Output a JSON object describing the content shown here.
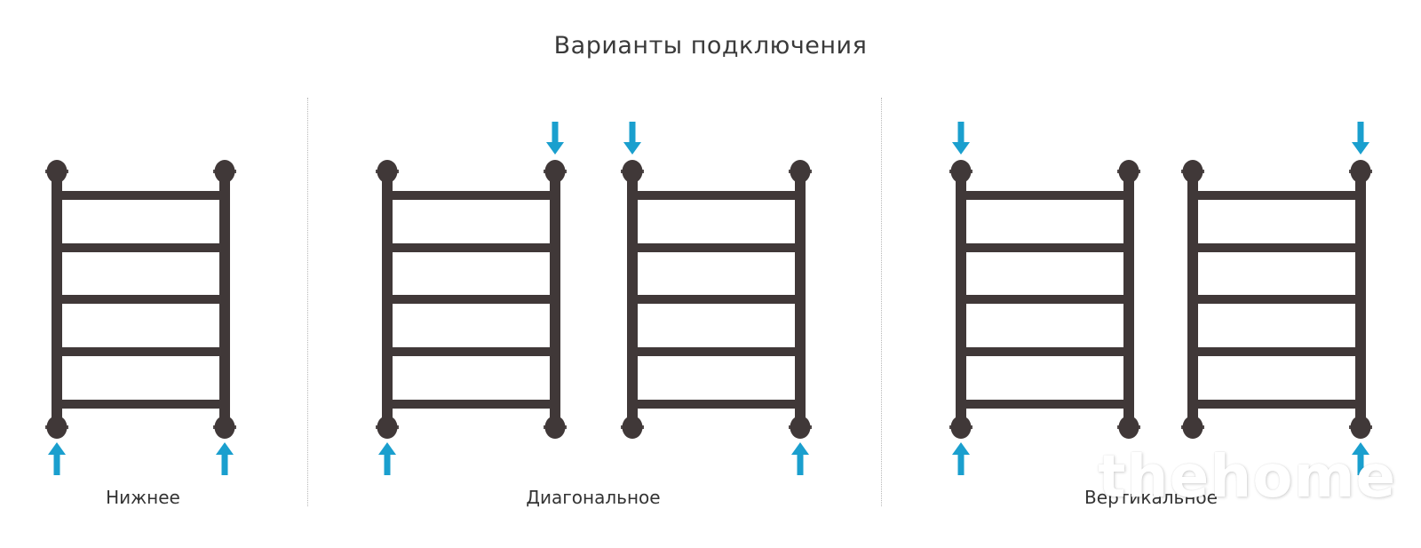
{
  "title": "Варианты подключения",
  "colors": {
    "rail": "#403838",
    "arrow": "#1a9fce",
    "divider": "#b8b8b8"
  },
  "groups": [
    {
      "label": "Нижнее",
      "radiators": [
        {
          "arrows": [
            {
              "corner": "bottom-left",
              "direction": "up"
            },
            {
              "corner": "bottom-right",
              "direction": "up"
            }
          ]
        }
      ]
    },
    {
      "label": "Диагональное",
      "radiators": [
        {
          "arrows": [
            {
              "corner": "top-right",
              "direction": "down"
            },
            {
              "corner": "bottom-left",
              "direction": "up"
            }
          ]
        },
        {
          "arrows": [
            {
              "corner": "top-left",
              "direction": "down"
            },
            {
              "corner": "bottom-right",
              "direction": "up"
            }
          ]
        }
      ]
    },
    {
      "label": "Вертикальное",
      "radiators": [
        {
          "arrows": [
            {
              "corner": "top-left",
              "direction": "down"
            },
            {
              "corner": "bottom-left",
              "direction": "up"
            }
          ]
        },
        {
          "arrows": [
            {
              "corner": "top-right",
              "direction": "down"
            },
            {
              "corner": "bottom-right",
              "direction": "up"
            }
          ]
        }
      ]
    }
  ],
  "rungs": 5,
  "watermark": "thehome"
}
